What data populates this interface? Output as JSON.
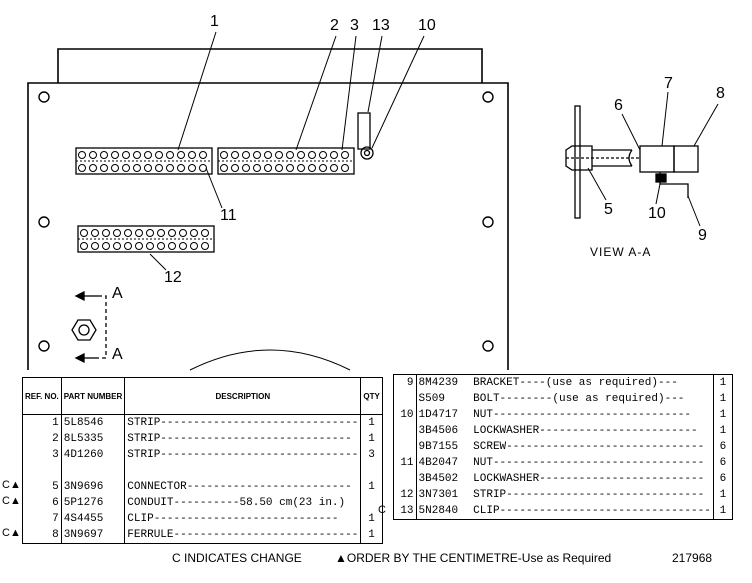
{
  "callouts": {
    "c1": "1",
    "c2": "2",
    "c3": "3",
    "c13": "13",
    "c10": "10",
    "c11": "11",
    "c12": "12",
    "v6": "6",
    "v7": "7",
    "v8": "8",
    "v5": "5",
    "v10": "10",
    "v9": "9"
  },
  "section_markers": {
    "a_top": "A",
    "a_bottom": "A"
  },
  "view_label": "VIEW A-A",
  "table_left": {
    "headers": {
      "ref": "REF. NO.",
      "part": "PART NUMBER",
      "desc": "DESCRIPTION",
      "qty": "QTY"
    },
    "rows": [
      {
        "mark": "",
        "ref": "1",
        "part": "5L8546",
        "desc": "STRIP------------------------------",
        "qty": "1"
      },
      {
        "mark": "",
        "ref": "2",
        "part": "8L5335",
        "desc": "STRIP-----------------------------",
        "qty": "1"
      },
      {
        "mark": "",
        "ref": "3",
        "part": "4D1260",
        "desc": "STRIP------------------------------",
        "qty": "3"
      },
      {
        "mark": "",
        "ref": "",
        "part": "",
        "desc": "",
        "qty": ""
      },
      {
        "mark": "C▲",
        "ref": "5",
        "part": "3N9696",
        "desc": "CONNECTOR-------------------------",
        "qty": "1"
      },
      {
        "mark": "C▲",
        "ref": "6",
        "part": "5P1276",
        "desc": "CONDUIT----------58.50 cm(23 in.)",
        "qty": ""
      },
      {
        "mark": "",
        "ref": "7",
        "part": "4S4455",
        "desc": "CLIP----------------------------",
        "qty": "1"
      },
      {
        "mark": "C▲",
        "ref": "8",
        "part": "3N9697",
        "desc": "FERRULE----------------------------",
        "qty": "1"
      }
    ]
  },
  "table_right": {
    "rows": [
      {
        "mark": "",
        "ref": "9",
        "part": "8M4239",
        "desc": "BRACKET----(use as required)---",
        "qty": "1"
      },
      {
        "mark": "",
        "ref": "",
        "part": "S509",
        "desc": "BOLT--------(use as required)---",
        "qty": "1"
      },
      {
        "mark": "",
        "ref": "10",
        "part": "1D4717",
        "desc": "NUT------------------------------",
        "qty": "1"
      },
      {
        "mark": "",
        "ref": "",
        "part": "3B4506",
        "desc": "LOCKWASHER------------------------",
        "qty": "1"
      },
      {
        "mark": "",
        "ref": "",
        "part": "9B7155",
        "desc": "SCREW------------------------------",
        "qty": "6"
      },
      {
        "mark": "",
        "ref": "11",
        "part": "4B2047",
        "desc": "NUT--------------------------------",
        "qty": "6"
      },
      {
        "mark": "",
        "ref": "",
        "part": "3B4502",
        "desc": "LOCKWASHER-------------------------",
        "qty": "6"
      },
      {
        "mark": "",
        "ref": "12",
        "part": "3N7301",
        "desc": "STRIP------------------------------",
        "qty": "1"
      },
      {
        "mark": "C",
        "ref": "13",
        "part": "5N2840",
        "desc": "CLIP--------------------------------",
        "qty": "1"
      }
    ]
  },
  "footer": {
    "change_note": "C INDICATES CHANGE",
    "order_note": "▲ORDER BY THE CENTIMETRE-Use as Required",
    "drawing_number": "217968"
  }
}
